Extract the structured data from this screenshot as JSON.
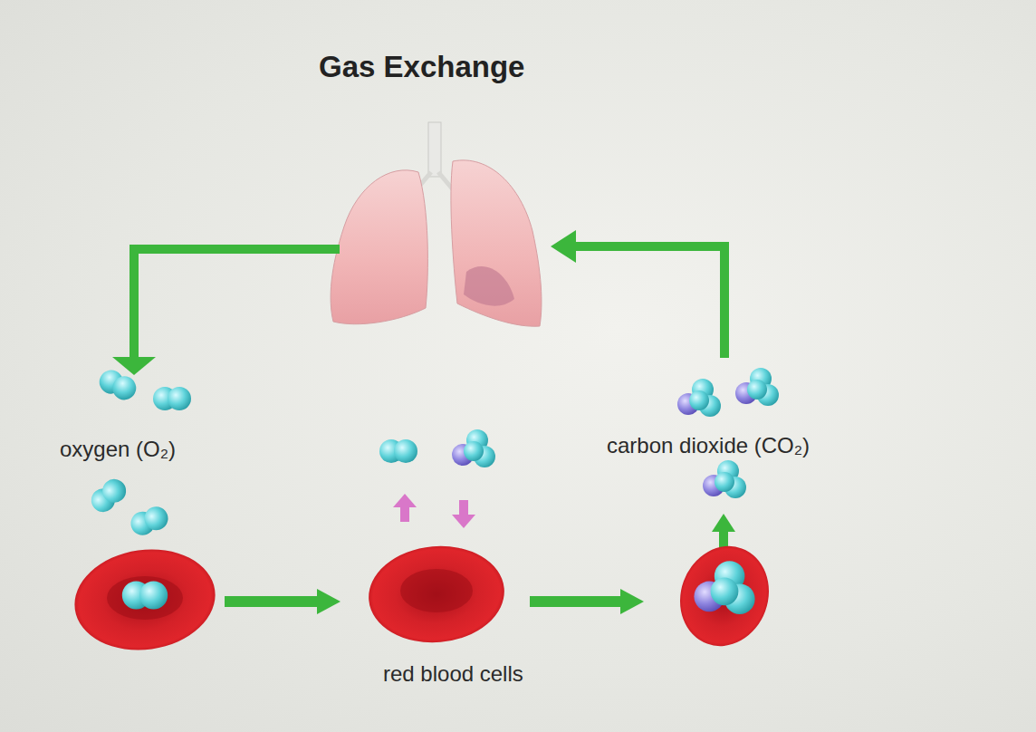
{
  "diagram": {
    "title": "Gas Exchange",
    "labels": [
      "oxygen (O₂)",
      "carbon dioxide (CO₂)",
      "red blood cells"
    ]
  }
}
